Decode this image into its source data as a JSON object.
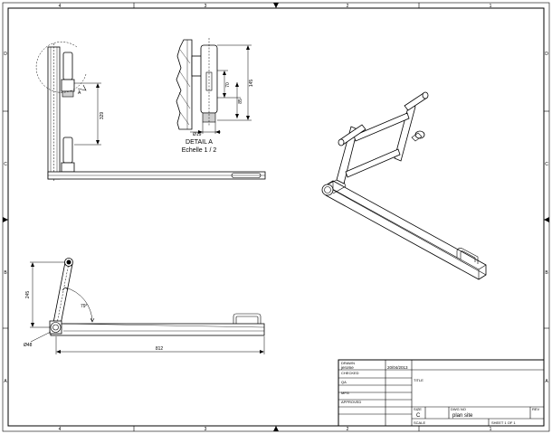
{
  "zones": {
    "columns": [
      "4",
      "3",
      "2",
      "1"
    ],
    "rows": [
      "D",
      "C",
      "B",
      "A"
    ]
  },
  "front_view": {
    "dimensions": {
      "height": "329"
    },
    "detail_marker": "A"
  },
  "detail_view": {
    "dimensions": {
      "overall": "145",
      "upper": "70",
      "lower": "85",
      "diameter": "Ø19"
    },
    "caption": "DETAIL  A",
    "scale": "Echelle 1 / 2"
  },
  "side_view": {
    "dimensions": {
      "height": "245",
      "angle": "79°",
      "diameter": "Ø48",
      "length": "812"
    }
  },
  "title_block": {
    "drawn_label": "DRAWN",
    "drawn_by": "jerome",
    "drawn_date": "20/04/2013",
    "checked_label": "CHECKED",
    "qa_label": "QA",
    "mfg_label": "MFG",
    "approved_label": "APPROVED",
    "title_label": "TITLE",
    "size_label": "SIZE",
    "size_value": "C",
    "dwg_no_label": "DWG NO",
    "dwg_no_value": "plan site",
    "rev_label": "REV",
    "scale_label": "SCALE",
    "sheet_value": "SHEET 1  OF 1"
  }
}
